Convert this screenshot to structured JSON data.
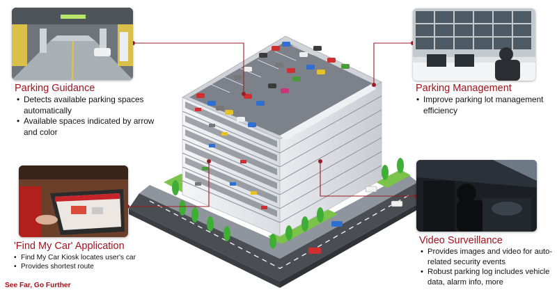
{
  "sections": {
    "guidance": {
      "title": "Parking Guidance",
      "bullets": [
        "Detects available parking spaces automatically",
        "Available spaces indicated by arrow and color"
      ]
    },
    "management": {
      "title": "Parking Management",
      "bullets": [
        "Improve parking lot management efficiency"
      ]
    },
    "find_my_car": {
      "title": "'Find My Car' Application",
      "bullets": [
        "Find My Car Kiosk locates user's car",
        "Provides shortest route"
      ]
    },
    "surveillance": {
      "title": "Video Surveillance",
      "bullets": [
        "Provides images and video for auto-related security events",
        "Robust parking log includes vehicle data, alarm info, more"
      ]
    }
  },
  "tagline": "See Far, Go Further",
  "colors": {
    "accent": "#a3111b",
    "connector": "#9b1b22",
    "building": "#e6e8ec",
    "street": "#4a4d52"
  }
}
